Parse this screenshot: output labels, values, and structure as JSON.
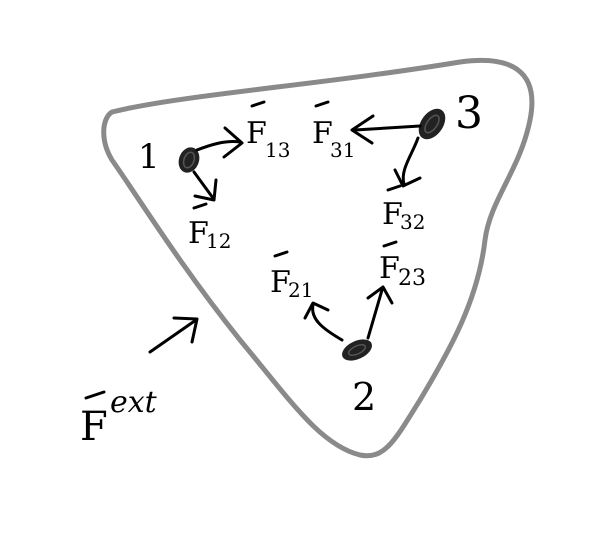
{
  "colors": {
    "boundary": "#8a8a8a",
    "ink": "#000000",
    "background": "#ffffff"
  },
  "particles": [
    {
      "label": "1"
    },
    {
      "label": "2"
    },
    {
      "label": "3"
    }
  ],
  "forces": {
    "f13": {
      "base": "F",
      "sub": "13"
    },
    "f12": {
      "base": "F",
      "sub": "12"
    },
    "f31": {
      "base": "F",
      "sub": "31"
    },
    "f32": {
      "base": "F",
      "sub": "32"
    },
    "f21": {
      "base": "F",
      "sub": "21"
    },
    "f23": {
      "base": "F",
      "sub": "23"
    },
    "fext": {
      "base": "F",
      "sub": "ext"
    }
  }
}
